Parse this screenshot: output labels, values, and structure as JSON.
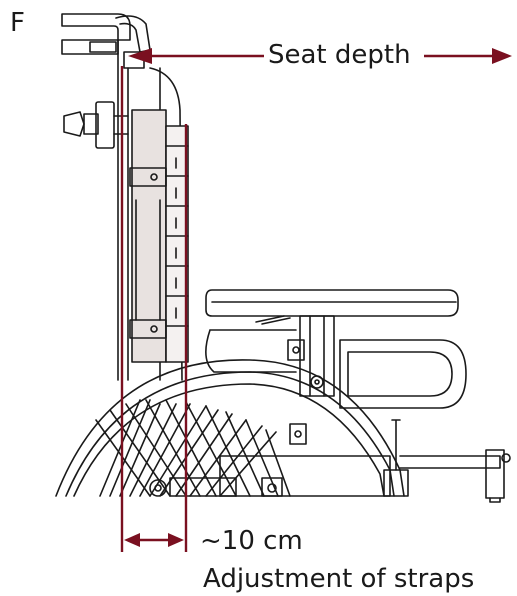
{
  "figure": {
    "letter": "F",
    "seat_depth_label": "Seat depth",
    "offset_label": "~10 cm",
    "caption": "Adjustment of straps",
    "accent_color": "#7a1020",
    "line_color": "#1a1a1a",
    "fill_color": "#d9cfcc"
  }
}
